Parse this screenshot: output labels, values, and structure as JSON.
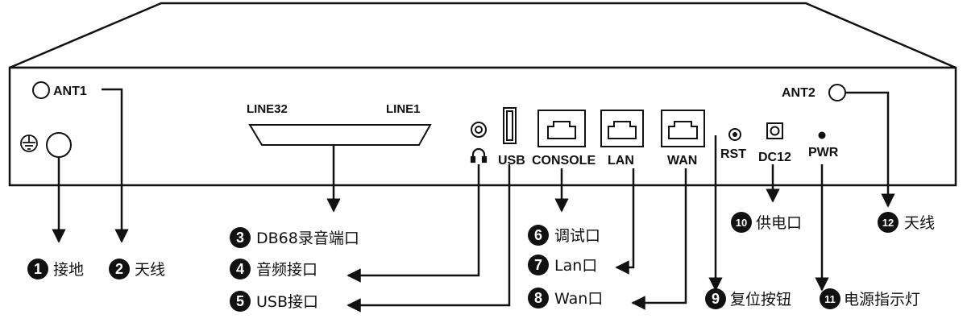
{
  "panel_labels": {
    "ant1": "ANT1",
    "ant2": "ANT2",
    "line32": "LINE32",
    "line1": "LINE1",
    "usb": "USB",
    "console": "CONSOLE",
    "lan": "LAN",
    "wan": "WAN",
    "rst": "RST",
    "dc12": "DC12",
    "pwr": "PWR"
  },
  "callouts": [
    {
      "num": "1",
      "text": "接地"
    },
    {
      "num": "2",
      "text": "天线"
    },
    {
      "num": "3",
      "text": "DB68录音端口"
    },
    {
      "num": "4",
      "text": "音频接口"
    },
    {
      "num": "5",
      "text": "USB接口"
    },
    {
      "num": "6",
      "text": "调试口"
    },
    {
      "num": "7",
      "text": "Lan口"
    },
    {
      "num": "8",
      "text": "Wan口"
    },
    {
      "num": "9",
      "text": "复位按钮"
    },
    {
      "num": "10",
      "text": "供电口"
    },
    {
      "num": "11",
      "text": "电源指示灯"
    },
    {
      "num": "12",
      "text": "天线"
    }
  ],
  "icons": [
    "ground-icon",
    "headphone-icon",
    "rj45-port-icon",
    "arrow-icon"
  ],
  "colors": {
    "stroke": "#111111",
    "background": "#ffffff",
    "badge": "#111111"
  }
}
